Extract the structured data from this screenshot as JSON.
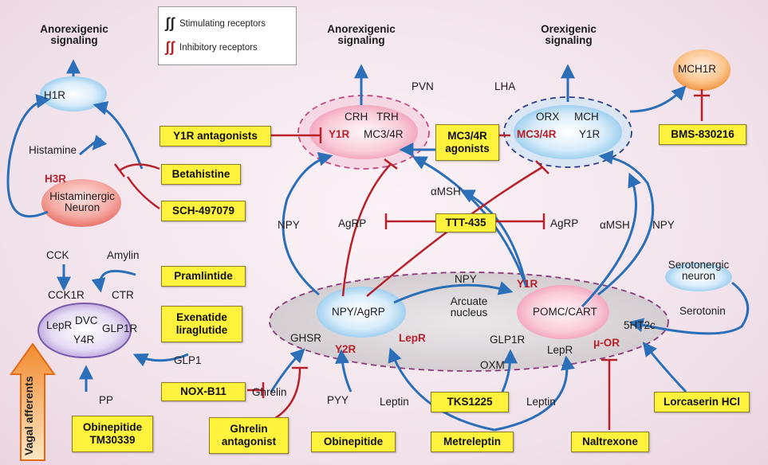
{
  "legend": {
    "stimulating": "Stimulating receptors",
    "inhibitory": "Inhibitory receptors"
  },
  "nodes": {
    "histaminergic": "Histaminergic Neuron",
    "dvc": "DVC",
    "npy_agrp": "NPY/AgRP",
    "pomc_cart": "POMC/CART",
    "serotonergic": "Serotonergic neuron",
    "arcuate": "Arcuate nucleus",
    "pvn": "PVN",
    "lha": "LHA"
  },
  "signaling": {
    "anorexigenic_left": "Anorexigenic signaling",
    "anorexigenic_center": "Anorexigenic signaling",
    "orexigenic": "Orexigenic signaling"
  },
  "receptors": {
    "h1r": "H1R",
    "h3r": "H3R",
    "mch1r": "MCH1R",
    "cck1r": "CCK1R",
    "ctr": "CTR",
    "lepr_dvc": "LepR",
    "glp1r_dvc": "GLP1R",
    "y4r": "Y4R",
    "y1r_pvn": "Y1R",
    "mc34r_pvn": "MC3/4R",
    "crh": "CRH",
    "trh": "TRH",
    "orx": "ORX",
    "mch": "MCH",
    "mc34r_lha": "MC3/4R",
    "y1r_lha": "Y1R",
    "ghsr": "GHSR",
    "y2r": "Y2R",
    "lepr_npy": "LepR",
    "y1r_pomc": "Y1R",
    "glp1r_arc": "GLP1R",
    "lepr_pomc": "LepR",
    "muor": "μ-OR",
    "ht2c": "5HT2c"
  },
  "signals": {
    "histamine": "Histamine",
    "cck": "CCK",
    "amylin": "Amylin",
    "glp1": "GLP1",
    "pp": "PP",
    "npy_left": "NPY",
    "npy_right": "NPY",
    "npy_arc": "NPY",
    "agrp_left": "AgRP",
    "agrp_right": "AgRP",
    "amsh_top": "αMSH",
    "amsh_right": "αMSH",
    "ghrelin": "Ghrelin",
    "pyy": "PYY",
    "leptin_left": "Leptin",
    "leptin_right": "Leptin",
    "oxm": "OXM",
    "serotonin": "Serotonin"
  },
  "drugs": {
    "y1r_antagonists": "Y1R antagonists",
    "betahistine": "Betahistine",
    "sch": "SCH-497079",
    "mc34r_agonists": "MC3/4R agonists",
    "ttt": "TTT-435",
    "bms": "BMS-830216",
    "pramlintide": "Pramlintide",
    "exenatide": "Exenatide liraglutide",
    "nox": "NOX-B11",
    "obinepitide_tm": "Obinepitide TM30339",
    "ghrelin_antagonist": "Ghrelin antagonist",
    "obinepitide": "Obinepitide",
    "metreleptin": "Metreleptin",
    "tks": "TKS1225",
    "naltrexone": "Naltrexone",
    "lorcaserin": "Lorcaserin HCl"
  },
  "vagal": "Vagal afferents",
  "colors": {
    "stimulating": "#2a6fb8",
    "inhibitory": "#b8202a",
    "drug_fill": "#fff23d"
  }
}
